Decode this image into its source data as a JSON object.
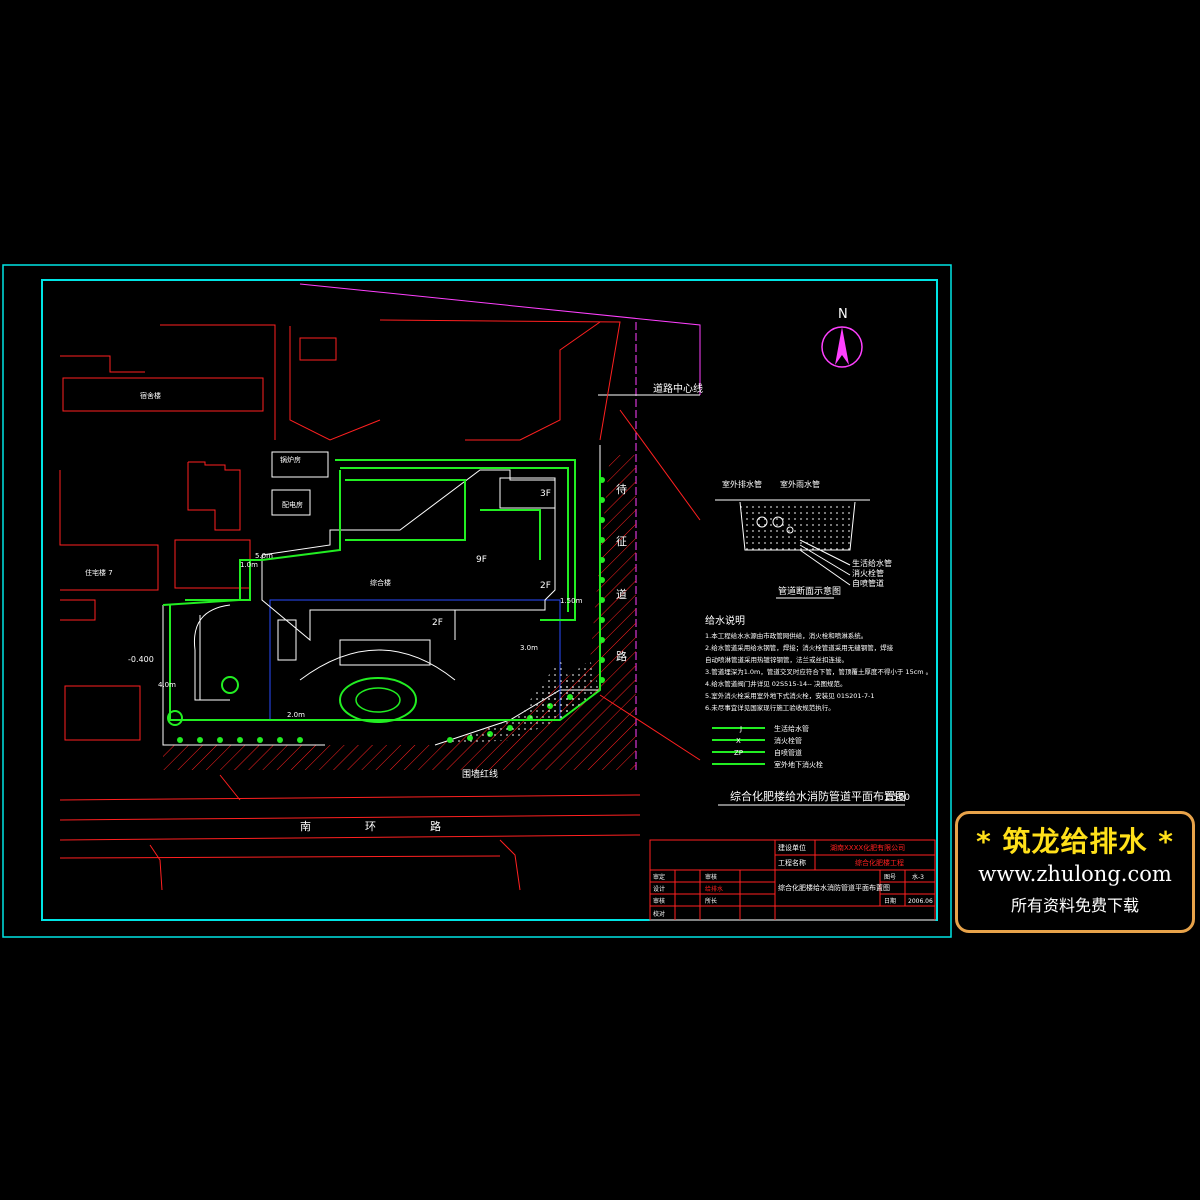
{
  "drawing": {
    "title": "综合化肥楼给水消防管道平面布置图",
    "scale": "1:500",
    "north": "N",
    "road_center_label": "道路中心线",
    "road_south": [
      "南",
      "环",
      "路"
    ],
    "road_east": [
      "待",
      "征",
      "道",
      "路"
    ],
    "section_title": "管道断面示意图",
    "section_labels": {
      "left_top": "室外排水管",
      "right_top": "室外雨水管",
      "pipe1": "生活给水管",
      "pipe2": "消火栓管",
      "pipe3": "自喷管道"
    },
    "notes_title": "给水说明",
    "notes": [
      "1.本工程给水水源由市政管网供给，消火栓和喷淋系统。",
      "2.给水管道采用给水钢管，焊接；消火栓管道采用无缝钢管，焊接",
      "  自动喷淋管道采用热镀锌钢管，法兰或丝扣连接。",
      "3.管道埋深为1.0m，管道交叉时应符合下管，管顶覆土厚度不得小于 15cm 。",
      "4.给水管道阀门井详见 02S515-14-- 决图规范。",
      "5.室外消火栓采用室外地下式消火栓，安装见 01S201-7-1",
      "6.未尽事宜详见国家现行施工验收规范执行。"
    ],
    "legend": [
      {
        "code": "J",
        "label": "生活给水管",
        "color": "#22ee22"
      },
      {
        "code": "X",
        "label": "消火栓管",
        "color": "#22ee22"
      },
      {
        "code": "ZP",
        "label": "自喷管道",
        "color": "#22ee22"
      },
      {
        "code": "",
        "label": "室外地下消火栓",
        "color": "#22ee22"
      }
    ],
    "floors": [
      "3F",
      "9F",
      "2F",
      "2F"
    ],
    "levels": [
      "-0.400",
      "5.0m",
      "1.0m",
      "4.0m",
      "3.0m",
      "1.50m",
      "2.0m"
    ],
    "buildings": [
      "锅炉房",
      "配电房",
      "住宅楼 7",
      "宿舍楼",
      "综合楼"
    ],
    "fence_label": "围墙红线"
  },
  "title_block": {
    "org_label": "建设单位",
    "org_value": "湖南XXXX化肥有限公司",
    "project_label": "工程名称",
    "project_value": "综合化肥楼工程",
    "drawing_name": "综合化肥楼给水消防管道平面布置图",
    "rows_left": [
      "审定",
      "设计",
      "审核",
      "校对"
    ],
    "rows_mid": [
      "审核",
      "给排水",
      "所长"
    ],
    "dwg_no_label": "图号",
    "dwg_no": "水-3",
    "date_label": "日期",
    "date": "2006.06"
  },
  "watermark": {
    "title": "* 筑龙给排水 *",
    "url": "www.zhulong.com",
    "subtitle": "所有资料免费下载"
  },
  "colors": {
    "frame_cyan": "#00e5e5",
    "red_lines": "#ff2020",
    "green_pipes": "#22ee22",
    "magenta": "#ff40ff",
    "white": "#ffffff",
    "blue": "#2a4bff"
  }
}
